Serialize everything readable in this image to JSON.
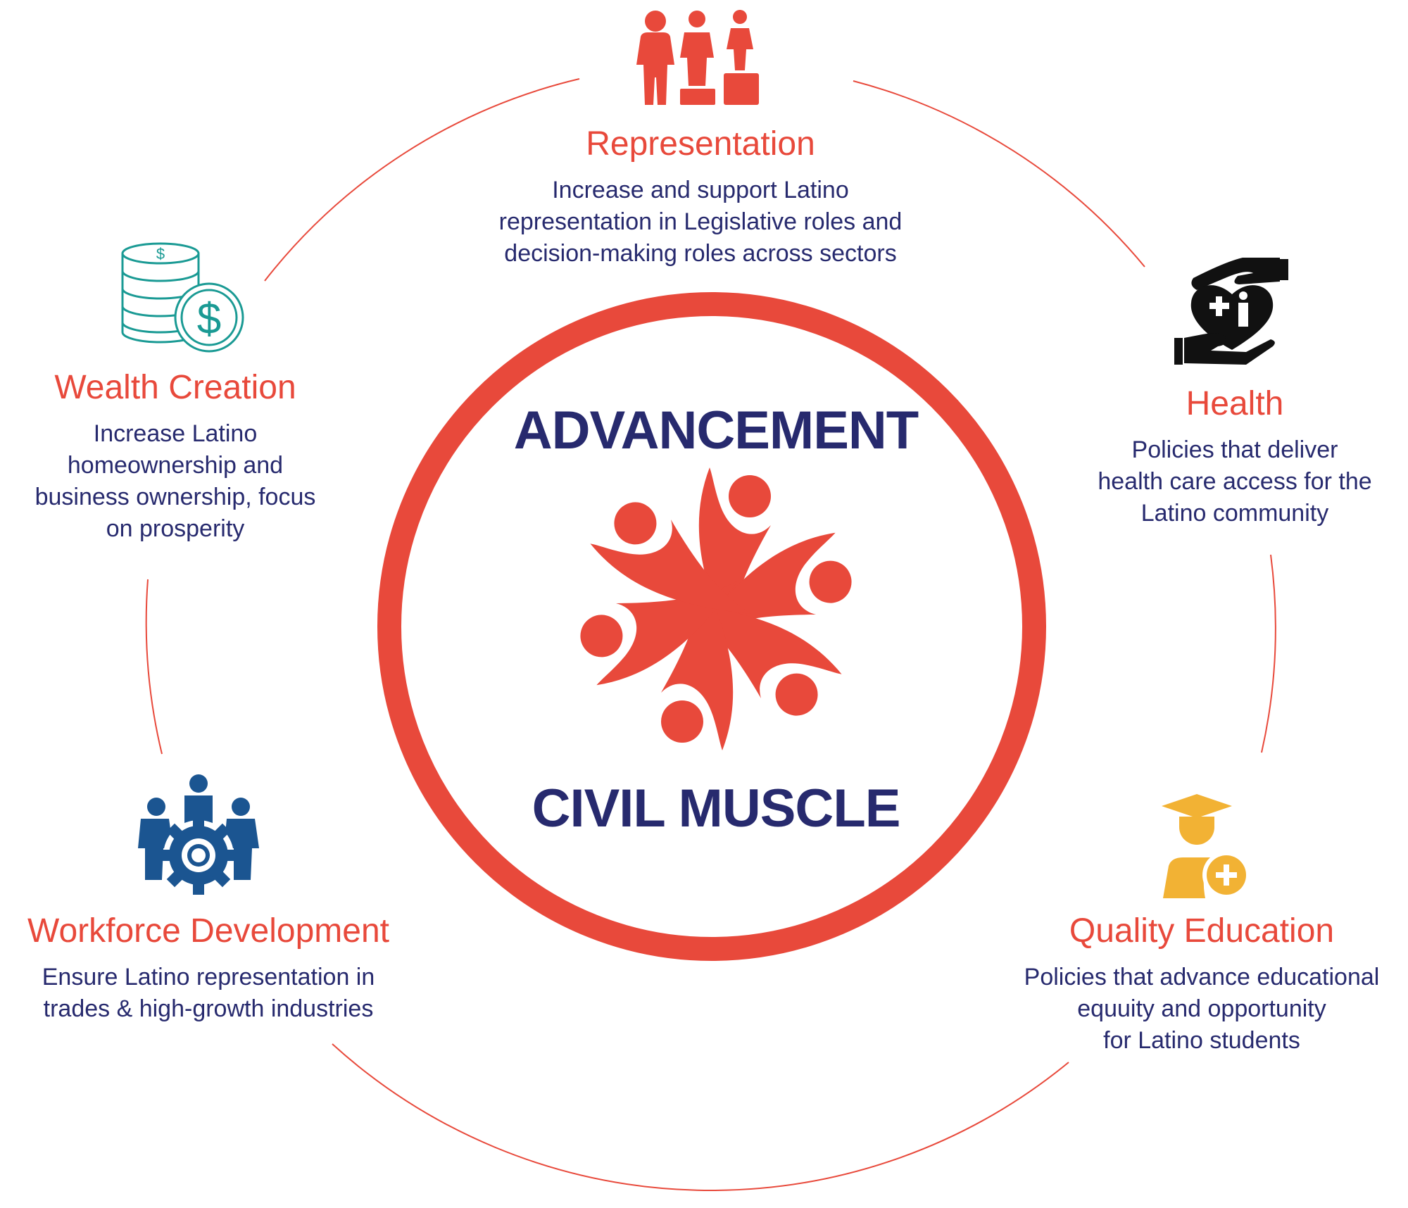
{
  "center": {
    "top_label": "ADVANCEMENT",
    "bottom_label": "CIVIL MUSCLE"
  },
  "colors": {
    "accent_red": "#e8493b",
    "navy": "#272a6e",
    "teal": "#1a9a94",
    "blue": "#1b5591",
    "gold": "#f2b234",
    "black": "#111111"
  },
  "pillars": {
    "representation": {
      "title": "Representation",
      "icon": "podium-people-icon",
      "lines": [
        "Increase and support Latino",
        "representation in Legislative roles and",
        "decision-making roles across sectors"
      ]
    },
    "wealth": {
      "title": "Wealth Creation",
      "icon": "coins-dollar-icon",
      "lines": [
        "Increase Latino",
        "homeownership and",
        "business ownership, focus",
        "on prosperity"
      ]
    },
    "health": {
      "title": "Health",
      "icon": "hands-heart-health-icon",
      "lines": [
        "Policies that deliver",
        "health care access for the",
        "Latino community"
      ]
    },
    "workforce": {
      "title": "Workforce Development",
      "icon": "team-gear-icon",
      "lines": [
        "Ensure Latino representation in",
        "trades & high-growth industries"
      ]
    },
    "education": {
      "title": "Quality Education",
      "icon": "graduate-plus-icon",
      "lines": [
        "Policies that advance educational",
        "equuity and opportunity",
        "for Latino students"
      ]
    }
  }
}
